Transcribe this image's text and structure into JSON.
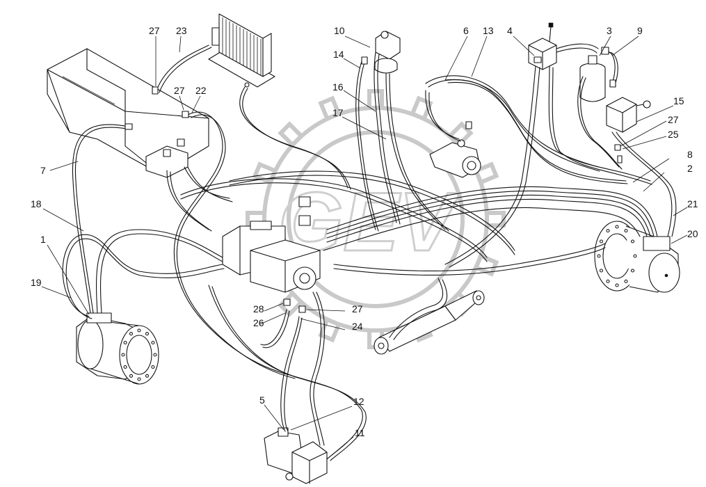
{
  "diagram": {
    "callouts": [
      {
        "id": "c1",
        "text": "1"
      },
      {
        "id": "c2",
        "text": "2"
      },
      {
        "id": "c3",
        "text": "3"
      },
      {
        "id": "c4",
        "text": "4"
      },
      {
        "id": "c5",
        "text": "5"
      },
      {
        "id": "c6",
        "text": "6"
      },
      {
        "id": "c7",
        "text": "7"
      },
      {
        "id": "c8",
        "text": "8"
      },
      {
        "id": "c9",
        "text": "9"
      },
      {
        "id": "c10",
        "text": "10"
      },
      {
        "id": "c11",
        "text": "11"
      },
      {
        "id": "c12",
        "text": "12"
      },
      {
        "id": "c13",
        "text": "13"
      },
      {
        "id": "c14",
        "text": "14"
      },
      {
        "id": "c15",
        "text": "15"
      },
      {
        "id": "c16",
        "text": "16"
      },
      {
        "id": "c17",
        "text": "17"
      },
      {
        "id": "c18",
        "text": "18"
      },
      {
        "id": "c19",
        "text": "19"
      },
      {
        "id": "c20",
        "text": "20"
      },
      {
        "id": "c21",
        "text": "21"
      },
      {
        "id": "c22",
        "text": "22"
      },
      {
        "id": "c23",
        "text": "23"
      },
      {
        "id": "c24",
        "text": "24"
      },
      {
        "id": "c25",
        "text": "25"
      },
      {
        "id": "c26",
        "text": "26"
      },
      {
        "id": "c27a",
        "text": "27"
      },
      {
        "id": "c27b",
        "text": "27"
      },
      {
        "id": "c27c",
        "text": "27"
      },
      {
        "id": "c27d",
        "text": "27"
      },
      {
        "id": "c28",
        "text": "28"
      }
    ],
    "watermark": {
      "text": "GEV"
    }
  }
}
